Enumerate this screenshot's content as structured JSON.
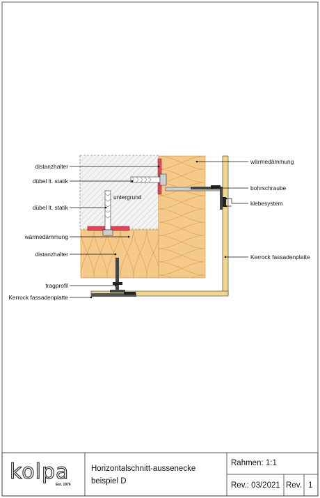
{
  "labels": {
    "distanzhalter_top": "distanzhalter",
    "duebel_top": "dübel lt. statik",
    "duebel_mid": "dübel lt. statik",
    "waermedaemmung_left": "wärmedämmung",
    "distanzhalter_bottom": "distanzhalter",
    "tragprofil": "tragprofil",
    "kerrock_left": "Kerrock fassadenplatte",
    "untergrund": "untergrund",
    "waermedaemmung_right": "wärmedämmung",
    "bohrschraube": "bohrschraube",
    "klebesystem": "klebesystem",
    "kerrock_right": "Kerrock fassadenplatte"
  },
  "title_block": {
    "logo_text": "kolpa",
    "logo_sub": "Est. 1976",
    "title_line1": "Horizontalschnitt-aussenecke",
    "title_line2": "beispiel D",
    "scale": "Rahmen: 1:1",
    "revision_date": "Rev.: 03/2021",
    "rev_label": "Rev.",
    "rev_number": "1"
  },
  "colors": {
    "insulation": "#f4c98a",
    "panel": "#f2d78e",
    "bracket": "#e0455a",
    "line": "#111111"
  }
}
